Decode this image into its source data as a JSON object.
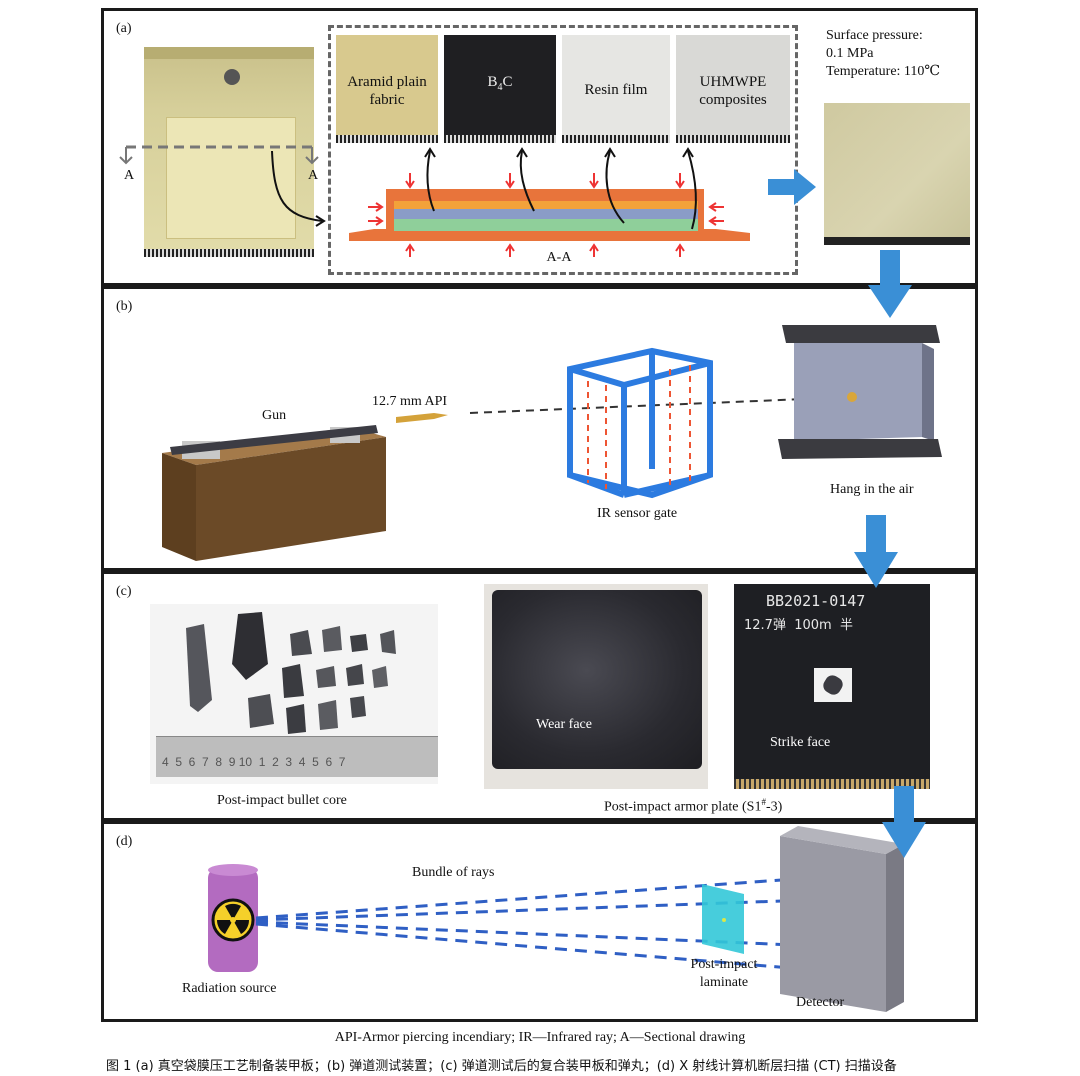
{
  "panel_a": {
    "label": "(a)",
    "section_left": "A",
    "section_right": "A",
    "materials": [
      {
        "name_line1": "Aramid plain",
        "name_line2": "fabric",
        "color": "#d8c98e"
      },
      {
        "name_line1": "B",
        "sub": "4",
        "name_line2": "C",
        "color": "#1f1f22"
      },
      {
        "name_line1": "Resin film",
        "name_line2": "",
        "color": "#e6e6e3"
      },
      {
        "name_line1": "UHMWPE",
        "name_line2": "composites",
        "color": "#d9d9d6"
      }
    ],
    "section_label": "A-A",
    "conditions_line1": "Surface pressure:",
    "conditions_line2": "0.1 MPa",
    "conditions_line3": "Temperature: 110℃"
  },
  "panel_b": {
    "label": "(b)",
    "gun_label": "Gun",
    "projectile_label": "12.7 mm API",
    "gate_label": "IR sensor gate",
    "target_label": "Hang in the air"
  },
  "panel_c": {
    "label": "(c)",
    "ruler_numbers": "4  5  6  7  8  9 10  1  2  3  4  5  6  7",
    "core_caption": "Post-impact bullet core",
    "wear_label": "Wear face",
    "strike_label": "Strike face",
    "handwriting_line1": "BB2021-0147",
    "handwriting_line2": "12.7弹  100m  半",
    "plate_caption_main": "Post-impact armor plate (S1",
    "plate_caption_sup": "#",
    "plate_caption_end": "-3)"
  },
  "panel_d": {
    "label": "(d)",
    "rays_label": "Bundle of rays",
    "source_label": "Radiation source",
    "laminate_line1": "Post-impact",
    "laminate_line2": "laminate",
    "detector_label": "Detector"
  },
  "footnote": "API-Armor piercing incendiary; IR—Infrared ray; A—Sectional drawing",
  "figure_caption": "图 1  (a) 真空袋膜压工艺制备装甲板；(b) 弹道测试装置；(c) 弹道测试后的复合装甲板和弹丸；(d) X 射线计算机断层扫描 (CT) 扫描设备",
  "colors": {
    "arrow_blue": "#3a8fd6",
    "laminate_orange": "#e8743b",
    "laminate_green": "#8fcf9a",
    "gate_blue": "#2c7be0",
    "ray_blue": "#2f5fc4"
  }
}
